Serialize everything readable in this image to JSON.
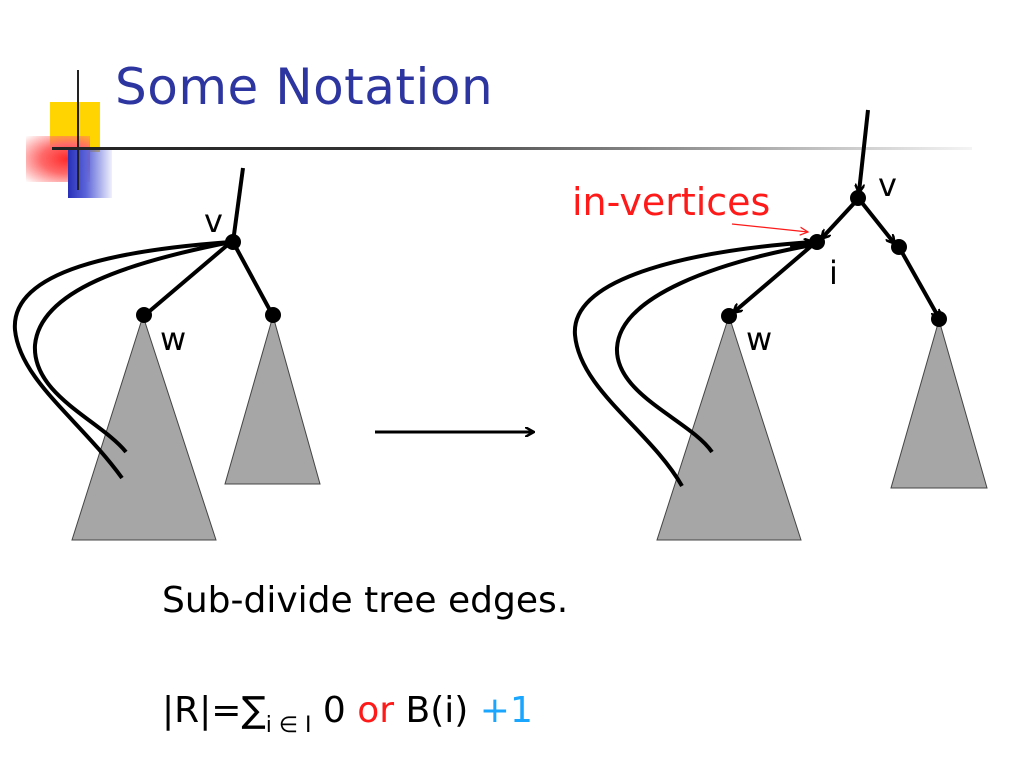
{
  "title": "Some Notation",
  "diagram": {
    "left_tree": {
      "root_label": "v",
      "child_label": "w"
    },
    "right_tree": {
      "root_label": "v",
      "in_vertex_label": "i",
      "child_label": "w",
      "annotation": "in-vertices"
    }
  },
  "caption": "Sub-divide tree edges.",
  "formula": {
    "prefix": "|R|=",
    "sum_symbol": "∑",
    "subscript": "i ∈ I",
    "term": " 0 ",
    "or": "or",
    "bterm": " B(i) ",
    "plus": "+1"
  },
  "colors": {
    "title": "#2d35a0",
    "annotation": "#ff1a1a",
    "plus_one": "#1aa6ff",
    "triangle_fill": "#a6a6a6"
  }
}
